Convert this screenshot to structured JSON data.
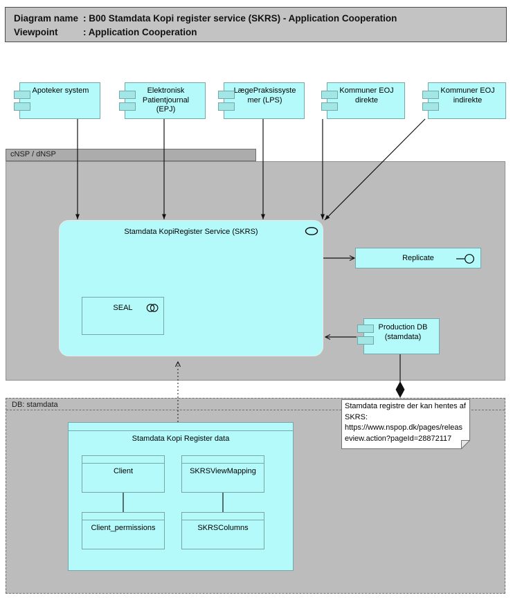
{
  "title": {
    "rows": [
      {
        "label": "Diagram name",
        "value": ": B00 Stamdata Kopi register service (SKRS) - Application Cooperation"
      },
      {
        "label": "Viewpoint",
        "value": ": Application Cooperation"
      }
    ]
  },
  "actors": [
    {
      "label": "Apoteker system"
    },
    {
      "label": "Elektronisk Patientjournal (EPJ)"
    },
    {
      "label": "LægePraksissystemer (LPS)"
    },
    {
      "label": "Kommuner EOJ direkte"
    },
    {
      "label": "Kommuner EOJ indirekte"
    }
  ],
  "groups": {
    "cnsp": {
      "label": "cNSP / dNSP"
    },
    "db": {
      "label": "DB: stamdata"
    }
  },
  "service": {
    "label": "Stamdata KopiRegister Service (SKRS)"
  },
  "seal": {
    "label": "SEAL"
  },
  "replicate": {
    "label": "Replicate"
  },
  "production_db": {
    "label": "Production DB (stamdata)"
  },
  "note": {
    "text": "Stamdata registre der kan hentes af SKRS: https://www.nspop.dk/pages/releaseview.action?pageId=28872117"
  },
  "datastore": {
    "label": "Stamdata Kopi Register data",
    "tables": [
      {
        "label": "Client"
      },
      {
        "label": "SKRSViewMapping"
      },
      {
        "label": "Client_permissions"
      },
      {
        "label": "SKRSColumns"
      }
    ]
  },
  "icons": {
    "component": "component-tabs-icon",
    "service": "service-oval-icon",
    "collaboration": "overlapping-circles-icon",
    "interface": "lollipop-interface-icon",
    "note": "folded-corner-note"
  },
  "colors": {
    "element_fill": "#b5fafa",
    "element_tab_fill": "#a3e6e6",
    "element_border": "#74a7a7",
    "group_fill": "#bcbcbc",
    "title_fill": "#c3c3c3",
    "note_fill": "#ffffff",
    "connector": "#111111"
  }
}
